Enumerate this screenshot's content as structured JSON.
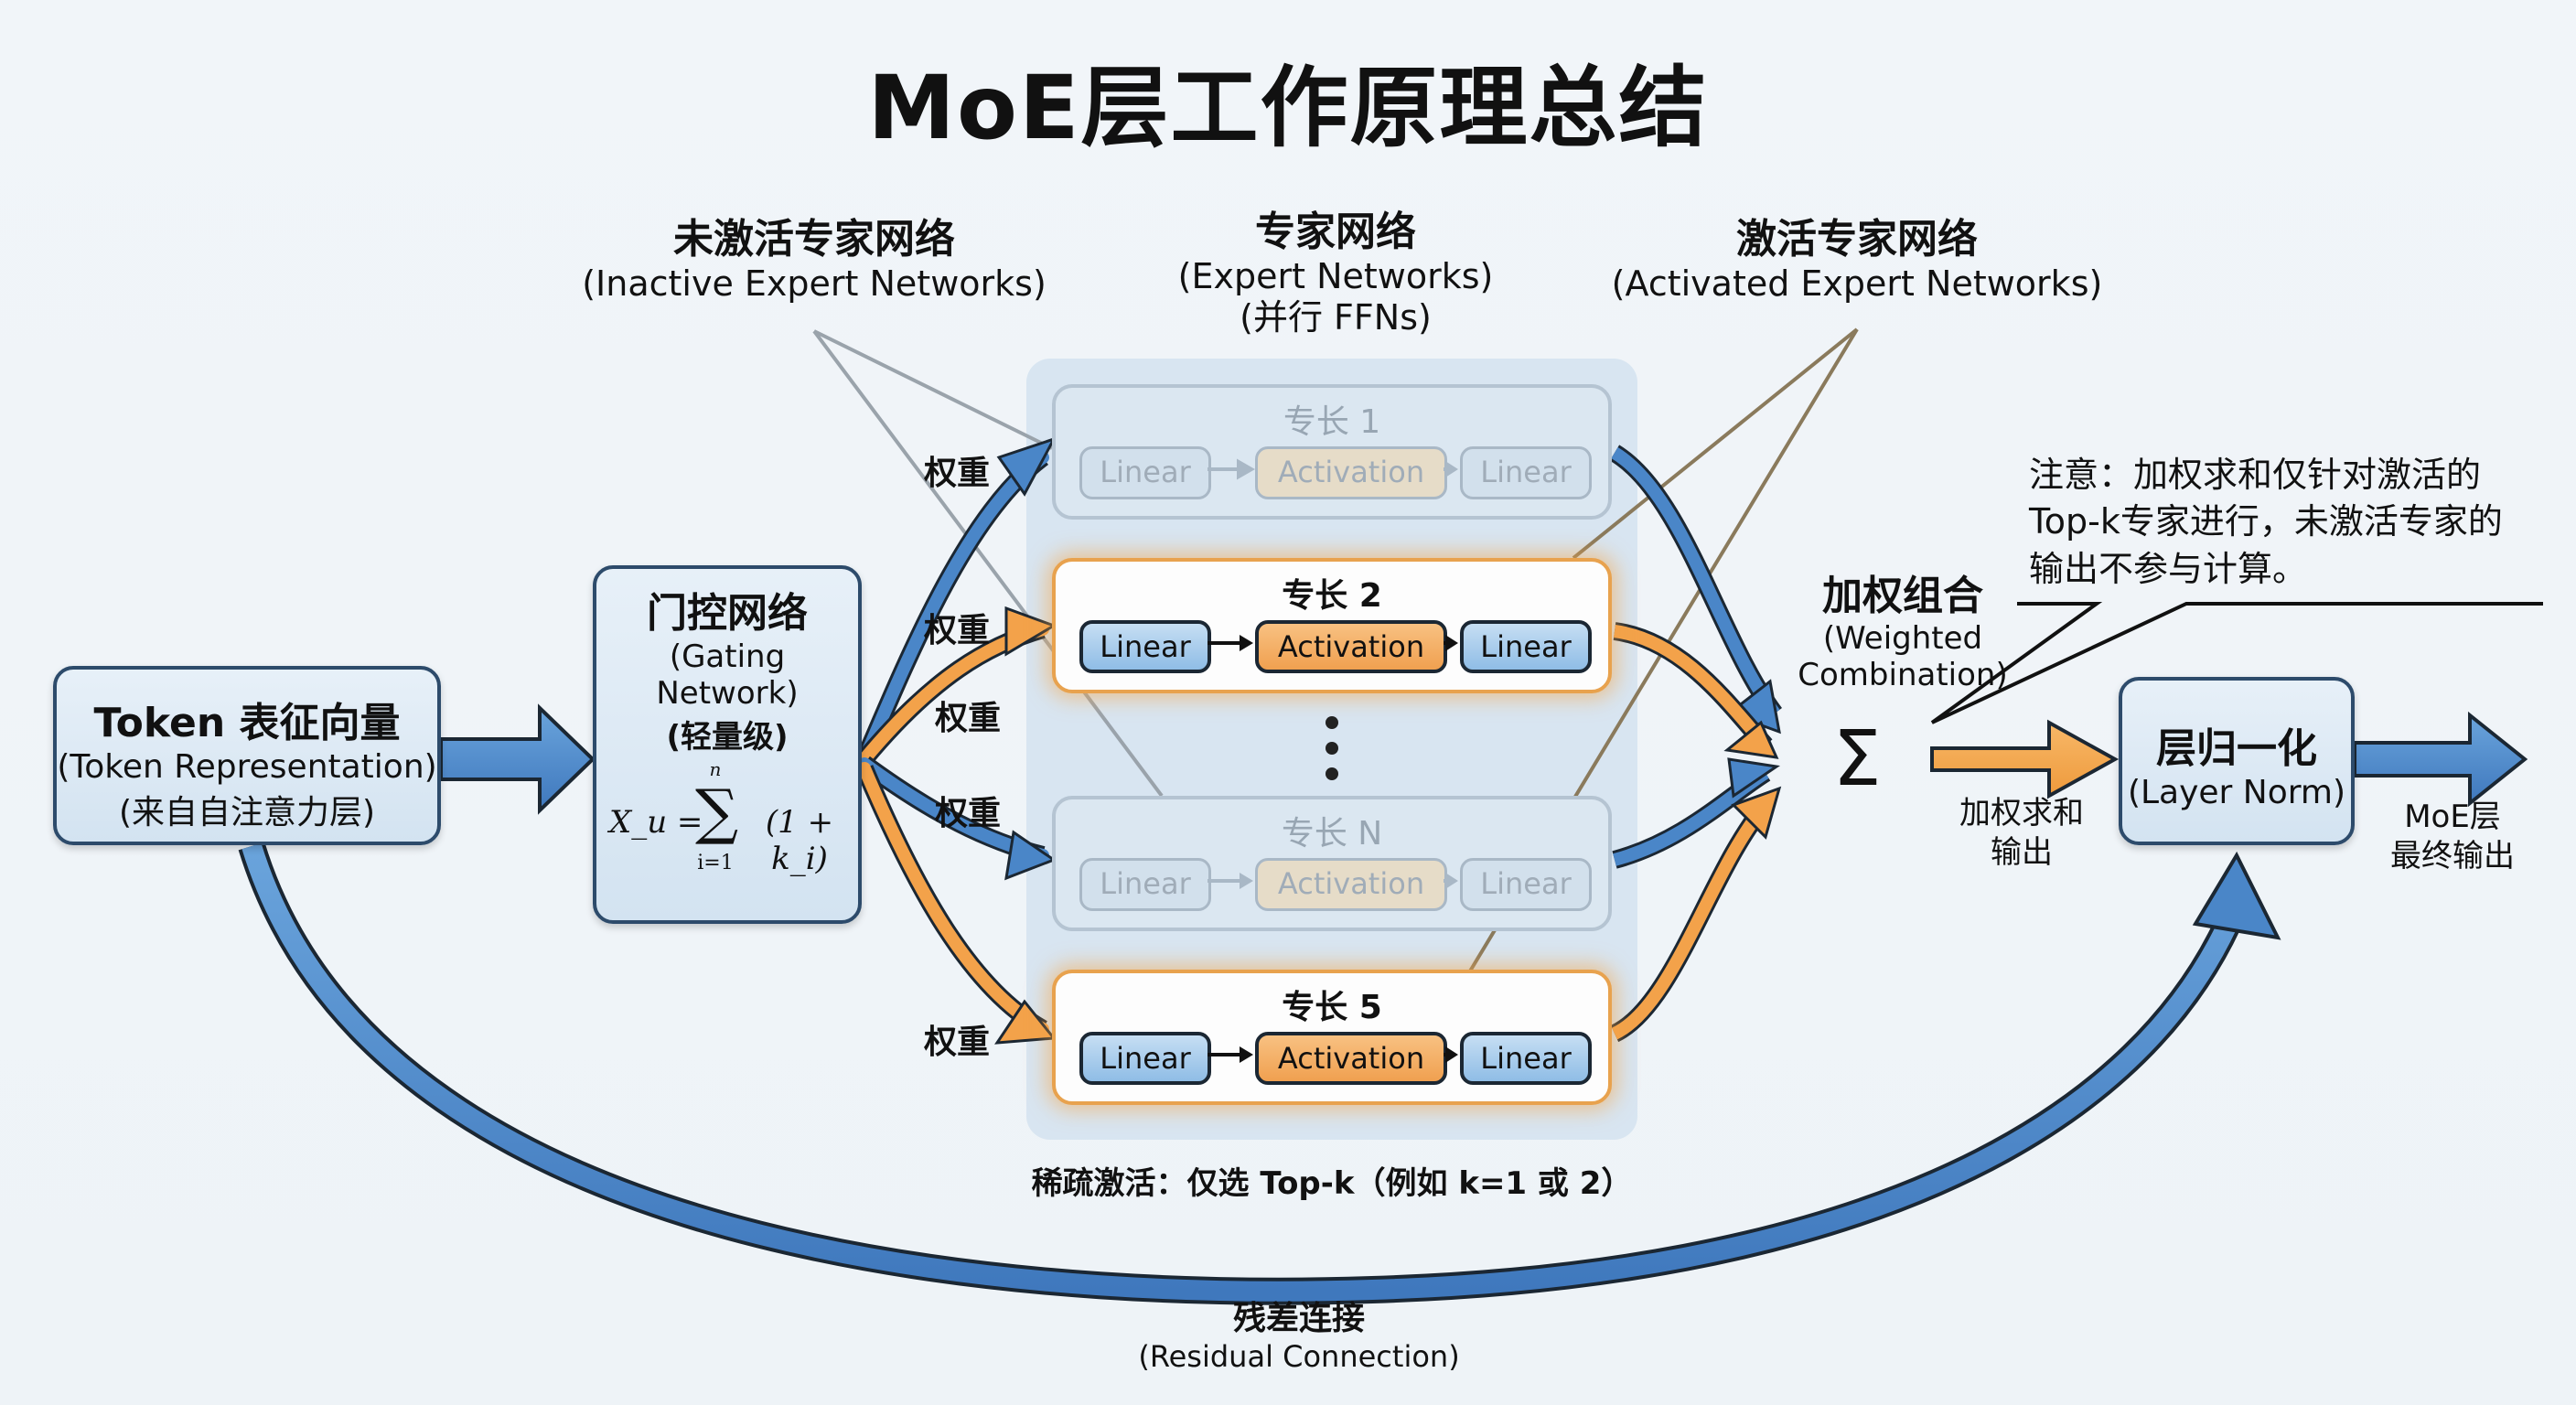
{
  "title": "MoE层工作原理总结",
  "headers": {
    "inactive": {
      "zh": "未激活专家网络",
      "en": "(Inactive Expert Networks)"
    },
    "experts": {
      "zh": "专家网络",
      "en": "(Expert Networks)",
      "sub": "(并行 FFNs)"
    },
    "activated": {
      "zh": "激活专家网络",
      "en": "(Activated Expert Networks)"
    }
  },
  "token_box": {
    "zh": "Token 表征向量",
    "en": "(Token Representation)",
    "sub": "(来自自注意力层)"
  },
  "gating_box": {
    "zh": "门控网络",
    "en": "(Gating Network)",
    "sub": "(轻量级)",
    "formula_lhs": "X_u =",
    "formula_sum": "∑",
    "formula_top": "n",
    "formula_bottom": "i=1",
    "formula_rhs": "(1 + k_i)"
  },
  "weight_label": "权重",
  "experts": [
    {
      "name": "专长 1",
      "state": "inactive",
      "blocks": [
        "Linear",
        "Activation",
        "Linear"
      ]
    },
    {
      "name": "专长 2",
      "state": "active",
      "blocks": [
        "Linear",
        "Activation",
        "Linear"
      ]
    },
    {
      "name": "专长 N",
      "state": "inactive",
      "blocks": [
        "Linear",
        "Activation",
        "Linear"
      ]
    },
    {
      "name": "专长 5",
      "state": "active",
      "blocks": [
        "Linear",
        "Activation",
        "Linear"
      ]
    }
  ],
  "sparse_note": "稀疏激活：仅选 Top-k（例如 k=1 或 2）",
  "weighted_combination": {
    "zh": "加权组合",
    "en1": "(Weighted",
    "en2": "Combination)",
    "symbol": "Σ"
  },
  "callout_note": [
    "注意：加权求和仅针对激活的",
    "Top-k专家进行，未激活专家的",
    "输出不参与计算。"
  ],
  "weighted_sum_output": [
    "加权求和",
    "输出"
  ],
  "layer_norm": {
    "zh": "层归一化",
    "en": "(Layer Norm)"
  },
  "final_output": [
    "MoE层",
    "最终输出"
  ],
  "residual": {
    "zh": "残差连接",
    "en": "(Residual Connection)"
  },
  "colors": {
    "blue": "#4a86c8",
    "orange": "#f3a24a",
    "dark": "#1b2733",
    "leader_gray": "#9aa3ab",
    "leader_brown": "#8a7a5c"
  }
}
